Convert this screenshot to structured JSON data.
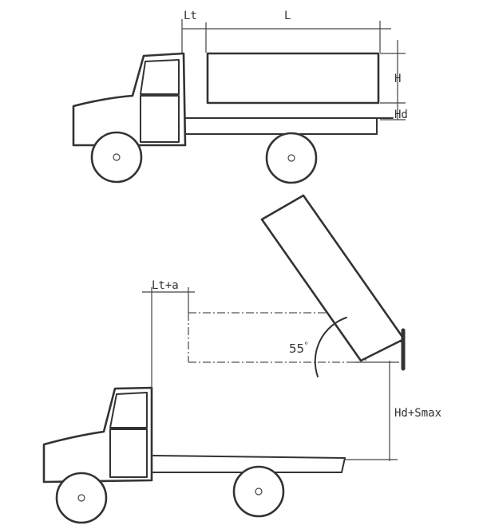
{
  "labels": {
    "top_cab_gap": "Lt",
    "top_body_length": "L",
    "top_body_height": "H",
    "top_deck_height": "Hd",
    "bottom_cab_gap": "Lt+a",
    "tilt_angle": "55",
    "tilt_angle_unit": "°",
    "bottom_lift_height": "Hd+Smax"
  }
}
